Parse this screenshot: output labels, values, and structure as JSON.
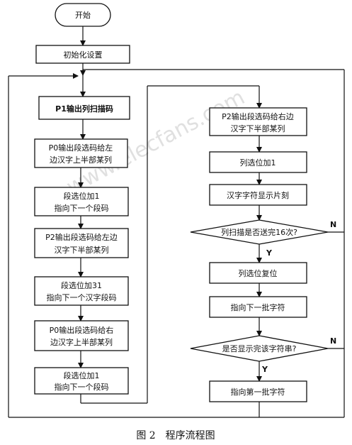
{
  "nodes": {
    "start": "开始",
    "init": "初始化设置",
    "p1": "P1输出列扫描码",
    "p0_left_1": "P0输出段选码给左",
    "p0_left_2": "边汉字上半部某列",
    "seg_add1_a_1": "段选位加1",
    "seg_add1_a_2": "指向下一个段码",
    "p2_left_1": "P2输出段选码给左边",
    "p2_left_2": "汉字下半部某列",
    "seg_add31_1": "段选位加31",
    "seg_add31_2": "指向下一个汉字段码",
    "p0_right_1": "P0输出段选码给右",
    "p0_right_2": "边汉字上半部某列",
    "seg_add1_b_1": "段选位加1",
    "seg_add1_b_2": "指向下一个段码",
    "p2_right_1": "P2输出段选码给右边",
    "p2_right_2": "汉字下半部某列",
    "col_add1": "列选位加1",
    "show_delay": "汉字字符显示片刻",
    "decision_scan": "列扫描是否送完16次?",
    "col_reset": "列选位复位",
    "next_batch": "指向下一批字符",
    "decision_str": "是否显示完该字符串?",
    "first_batch": "指向第一批字符"
  },
  "branch_labels": {
    "yes": "Y",
    "no": "N"
  },
  "caption": "图 2　程序流程图",
  "watermark": "www.elecfans.com"
}
